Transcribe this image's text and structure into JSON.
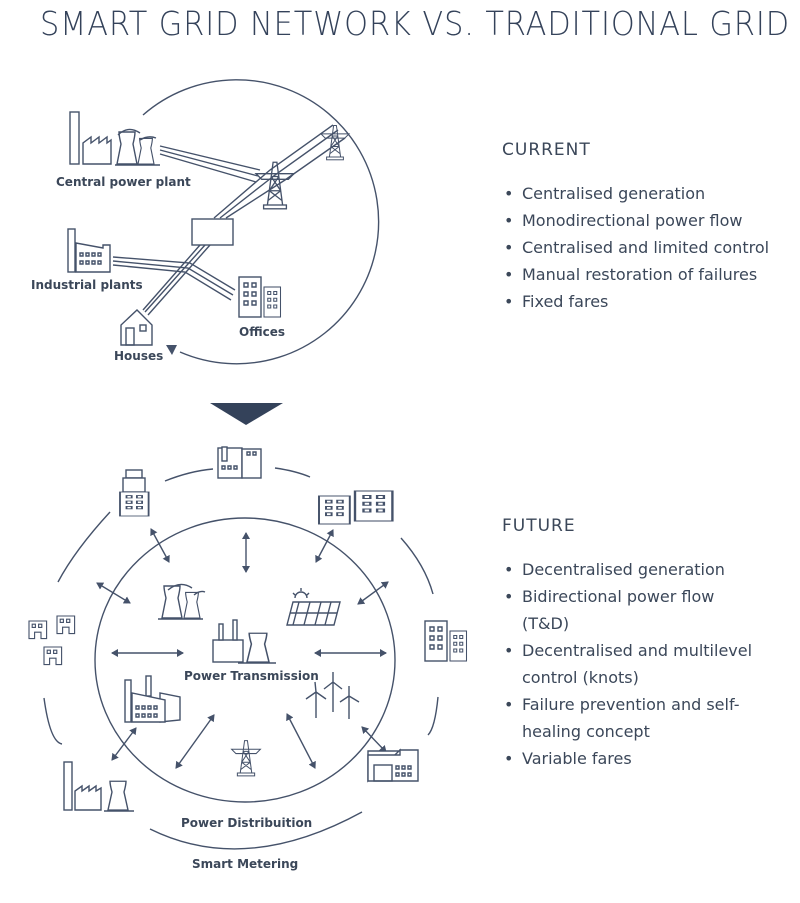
{
  "title": "SMART GRID NETWORK VS. TRADITIONAL GRID",
  "current": {
    "heading": "CURRENT",
    "items": [
      "Centralised generation",
      "Monodirectional power flow",
      "Centralised and limited control",
      "Manual restoration of failures",
      "Fixed fares"
    ]
  },
  "future": {
    "heading": "FUTURE",
    "items": [
      "Decentralised generation",
      "Bidirectional power flow (T&D)",
      "Decentralised and multilevel control (knots)",
      "Failure prevention and self-healing concept",
      "Variable fares"
    ]
  },
  "traditional_diagram": {
    "labels": {
      "central_power_plant": "Central power plant",
      "industrial_plants": "Industrial plants",
      "offices": "Offices",
      "houses": "Houses"
    }
  },
  "smart_diagram": {
    "labels": {
      "power_transmission": "Power Transmission",
      "power_distribution": "Power Distribuition",
      "smart_metering": "Smart Metering"
    }
  },
  "colors": {
    "ink": "#3b4759",
    "title": "#34425a"
  }
}
